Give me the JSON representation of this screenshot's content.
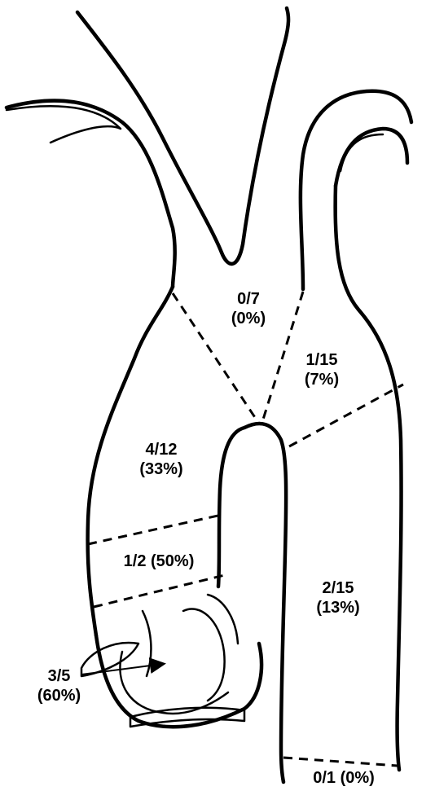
{
  "regions": [
    {
      "id": "brachiocephalic-zone",
      "line1": "0/7",
      "line2": "(0%)"
    },
    {
      "id": "arch-zone",
      "line1": "1/15",
      "line2": "(7%)"
    },
    {
      "id": "ascending-upper-zone",
      "line1": "4/12",
      "line2": "(33%)"
    },
    {
      "id": "ascending-lower-zone",
      "line1": "1/2 (50%)",
      "line2": ""
    },
    {
      "id": "descending-zone",
      "line1": "2/15",
      "line2": "(13%)"
    },
    {
      "id": "root-zone",
      "line1": "3/5",
      "line2": "(60%)"
    },
    {
      "id": "distal-zone",
      "line1": "0/1 (0%)",
      "line2": ""
    }
  ]
}
